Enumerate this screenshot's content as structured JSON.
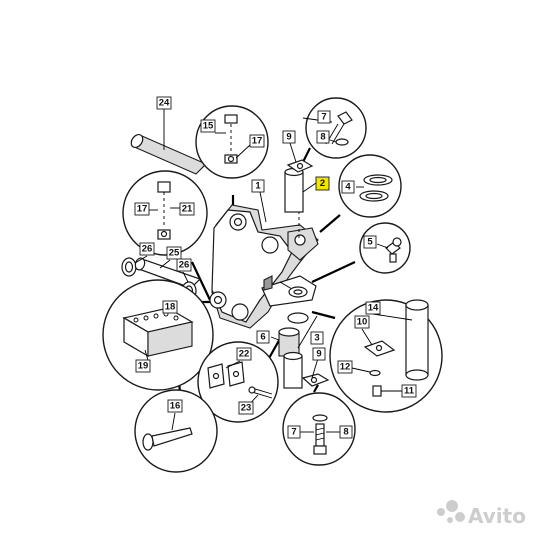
{
  "callouts": {
    "c24": "24",
    "c15": "15",
    "c17a": "17",
    "c9a": "9",
    "c7a": "7",
    "c8a": "8",
    "c1": "1",
    "c2": "2",
    "c4": "4",
    "c17b": "17",
    "c21": "21",
    "c5": "5",
    "c26a": "26",
    "c25": "25",
    "c26b": "26",
    "c18": "18",
    "c19": "19",
    "c14": "14",
    "c10": "10",
    "c6": "6",
    "c3": "3",
    "c22": "22",
    "c9b": "9",
    "c12": "12",
    "c11": "11",
    "c23": "23",
    "c16": "16",
    "c7b": "7",
    "c8b": "8"
  },
  "highlighted_callout": "2",
  "colors": {
    "highlight": "#f2e600",
    "line": "#000000",
    "watermark": "#c8c8c8"
  },
  "watermark": {
    "brand": "Avito",
    "icon": "avito-logo-icon"
  }
}
